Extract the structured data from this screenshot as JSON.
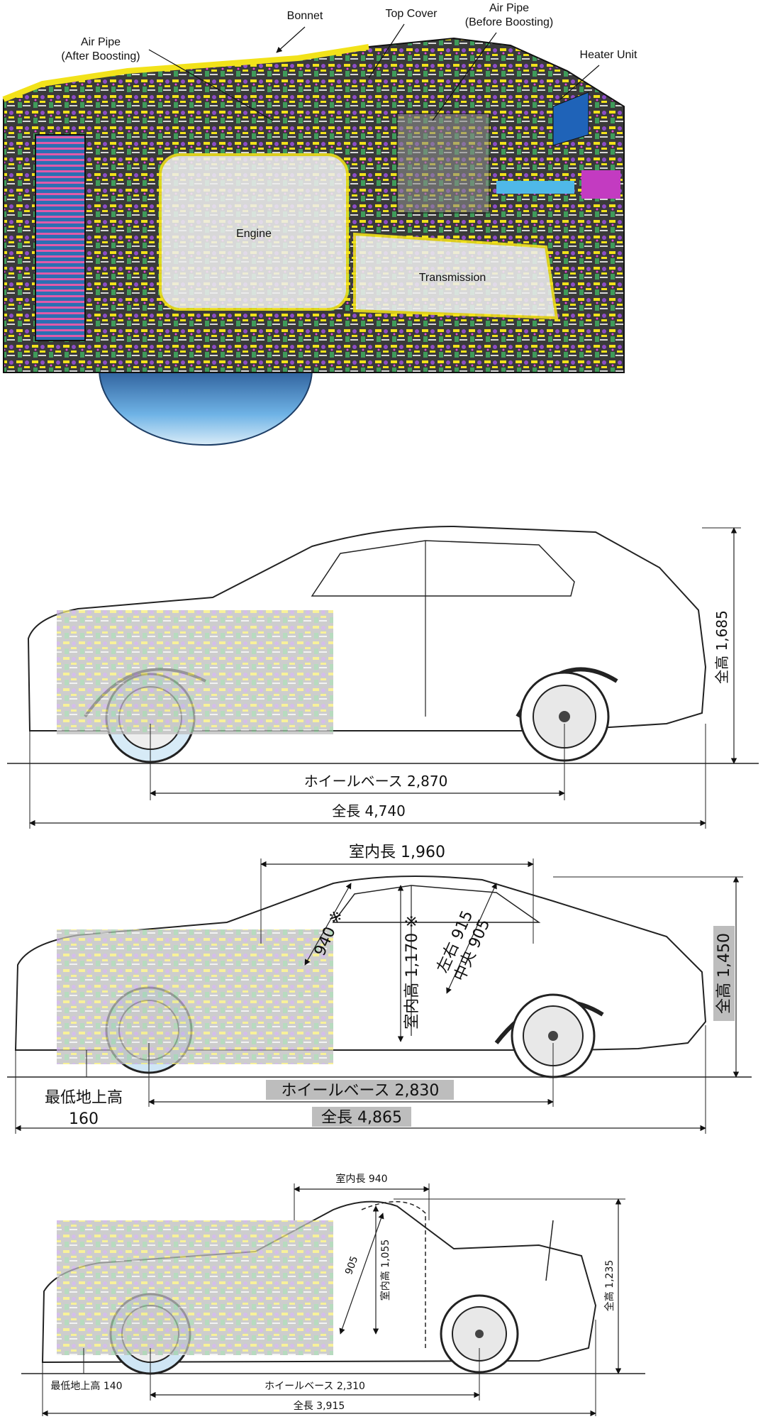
{
  "cutaway": {
    "labels": {
      "bonnet": "Bonnet",
      "top_cover": "Top Cover",
      "air_pipe_before_1": "Air Pipe",
      "air_pipe_before_2": "(Before Boosting)",
      "air_pipe_after_1": "Air Pipe",
      "air_pipe_after_2": "(After Boosting)",
      "heater_unit": "Heater Unit",
      "engine": "Engine",
      "transmission": "Transmission"
    }
  },
  "suv": {
    "height_text": "全高 1,685",
    "wheelbase_text": "ホイールベース 2,870",
    "length_text": "全長 4,740"
  },
  "sedan": {
    "cabin_length_text": "室内長 1,960",
    "cabin_height_text": "室内高 1,170 ※",
    "front_headroom_text": "940 ※",
    "cabin_width_1": "左右 915",
    "cabin_width_2": "中央 905",
    "height_text": "全高 1,450",
    "ground_clearance_label": "最低地上高",
    "ground_clearance_value": "160",
    "wheelbase_text": "ホイールベース 2,830",
    "length_text": "全長 4,865"
  },
  "roadster": {
    "cabin_length_text": "室内長 940",
    "cabin_height_text": "室内高 1,055",
    "diag_text": "905",
    "height_text": "全高 1,235",
    "ground_clearance_text": "最低地上高 140",
    "wheelbase_text": "ホイールベース 2,310",
    "length_text": "全長 3,915"
  },
  "colors": {
    "yellow": "#f2e21a",
    "blue_tire": "#5b9fd6",
    "line": "#222222"
  }
}
